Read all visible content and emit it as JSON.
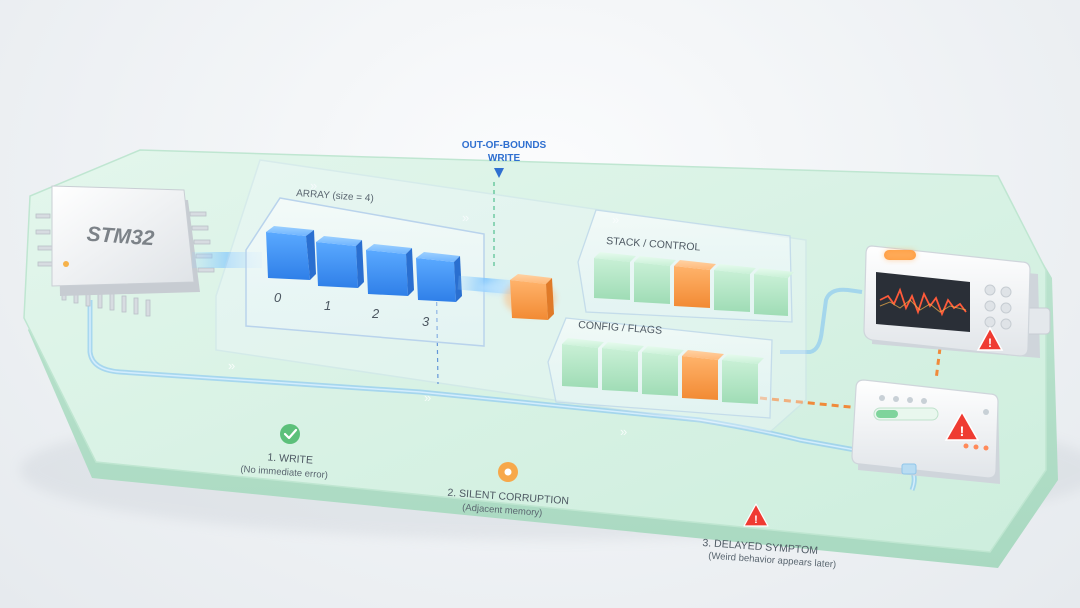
{
  "chip": {
    "label": "STM32"
  },
  "array": {
    "title": "ARRAY (size = 4)",
    "indices": [
      "0",
      "1",
      "2",
      "3"
    ]
  },
  "overflow": {
    "line1": "OUT-OF-BOUNDS",
    "line2": "WRITE"
  },
  "regions": {
    "stack": "STACK / CONTROL",
    "config": "CONFIG / FLAGS"
  },
  "steps": [
    {
      "title": "1. WRITE",
      "subtitle": "(No immediate error)",
      "icon": "check-icon"
    },
    {
      "title": "2. SILENT CORRUPTION",
      "subtitle": "(Adjacent memory)",
      "icon": "dot-icon"
    },
    {
      "title": "3. DELAYED SYMPTOM",
      "subtitle": "(Weird behavior appears later)",
      "icon": "warning-icon"
    }
  ],
  "colors": {
    "array_blue": "#3b8ff0",
    "corrupt_orange": "#f59a45",
    "memory_green": "#a9e3bf",
    "board_mint": "#d8f2e6",
    "trace_blue": "#6fb6f5",
    "alert_red": "#ef3b32",
    "label_blue": "#2f6fd0"
  }
}
